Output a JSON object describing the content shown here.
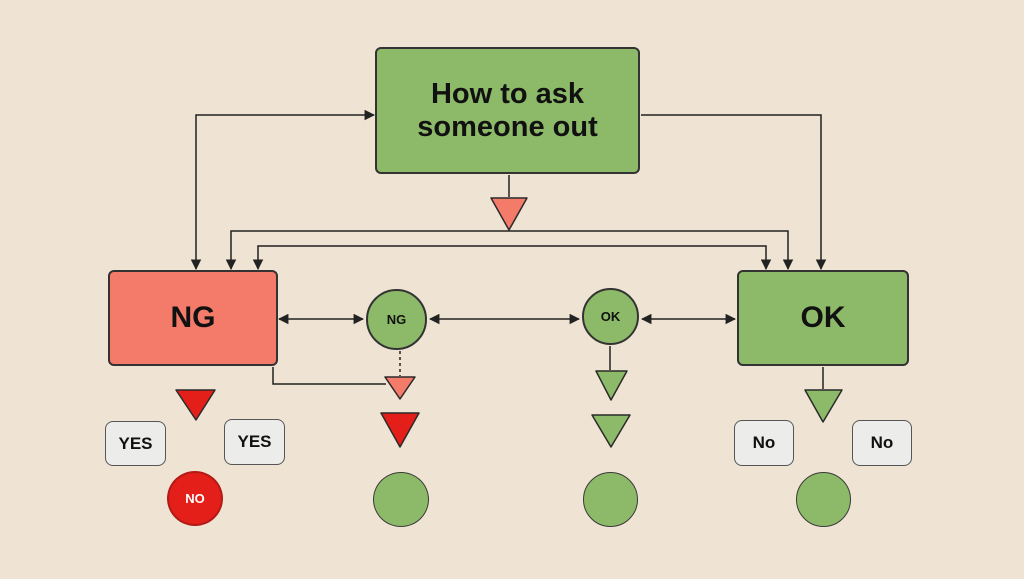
{
  "diagram": {
    "title_line_1": "How to ask",
    "title_line_2": "someone out",
    "ng_box": "NG",
    "ok_box": "OK",
    "ng_circle": "NG",
    "ok_circle": "OK",
    "left_yes_1": "YES",
    "left_yes_2": "YES",
    "left_result": "NO",
    "right_no_1": "No",
    "right_no_2": "No"
  },
  "colors": {
    "background": "#efe4d3",
    "green": "#8dba68",
    "salmon": "#f47a69",
    "red": "#e41e18",
    "chip": "#ececea"
  }
}
